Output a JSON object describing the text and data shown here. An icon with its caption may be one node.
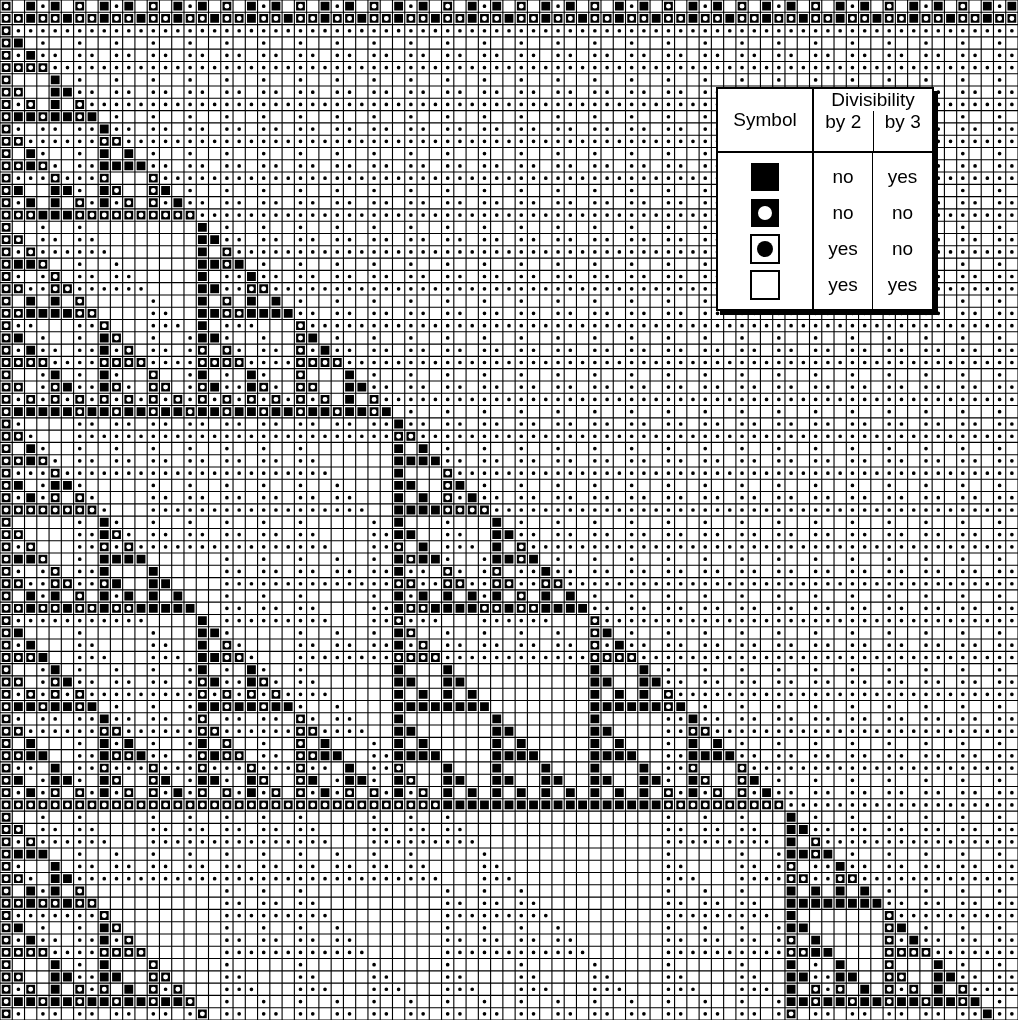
{
  "diagram": {
    "labels": [
      "Symbol",
      "Divisibility",
      "by 2",
      "by 3",
      "no",
      "yes",
      "no",
      "no",
      "yes",
      "no",
      "yes",
      "yes"
    ]
  }
}
